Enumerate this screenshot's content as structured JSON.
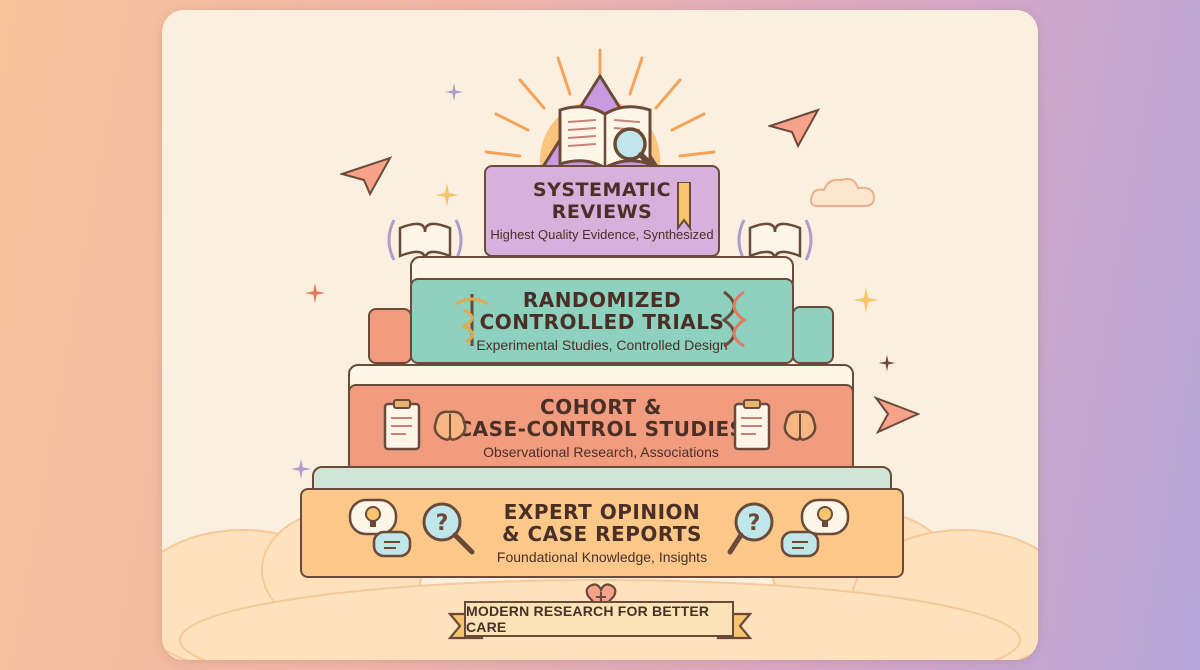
{
  "layers": [
    {
      "title_line1": "SYSTEMATIC",
      "title_line2": "REVIEWS",
      "subtitle": "Highest Quality Evidence, Synthesized"
    },
    {
      "title_line1": "RANDOMIZED",
      "title_line2": "CONTROLLED TRIALS",
      "subtitle": "Experimental Studies, Controlled Design"
    },
    {
      "title_line1": "COHORT &",
      "title_line2": "CASE-CONTROL STUDIES",
      "subtitle": "Observational Research, Associations"
    },
    {
      "title_line1": "EXPERT OPINION",
      "title_line2": "& CASE REPORTS",
      "subtitle": "Foundational Knowledge, Insights"
    }
  ],
  "banner": {
    "text": "MODERN RESEARCH FOR BETTER CARE"
  },
  "colors": {
    "layer1": "#d8b0dc",
    "layer2": "#8ed1bf",
    "layer3": "#f29c7f",
    "layer4": "#fbc88a",
    "outline": "#6b4a3a"
  },
  "icons": [
    "sun-icon",
    "open-book-icon",
    "magnifier-icon",
    "caduceus-icon",
    "dna-icon",
    "clipboard-icon",
    "brain-icon",
    "lightbulb-icon",
    "question-icon",
    "chat-icon",
    "heart-icon",
    "paper-plane-icon",
    "cloud-icon",
    "laurel-icon",
    "sparkle-icon"
  ]
}
